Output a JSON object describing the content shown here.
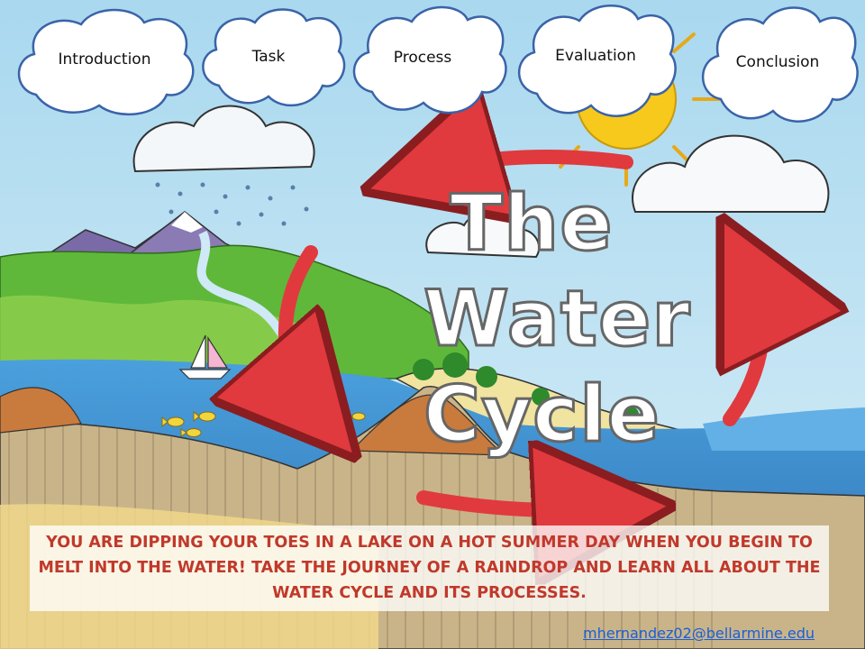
{
  "nav": {
    "introduction": "Introduction",
    "task": "Task",
    "process": "Process",
    "evaluation": "Evaluation",
    "conclusion": "Conclusion"
  },
  "title": {
    "line1": "The",
    "line2": "Water",
    "line3": "Cycle"
  },
  "intro_text": "You are dipping your toes in a lake on a hot summer day when you begin to melt into the water! Take the journey of a raindrop and learn all about the water cycle and its processes.",
  "email": "mhernandez02@bellarmine.edu",
  "colors": {
    "sky": "#bfe3f2",
    "water": "#3f8fd2",
    "grass": "#5fb83a",
    "sun": "#f7c91c",
    "arrow": "#e03a3e",
    "intro_text": "#c0392b",
    "nav_cloud_stroke": "#3a63a8"
  }
}
